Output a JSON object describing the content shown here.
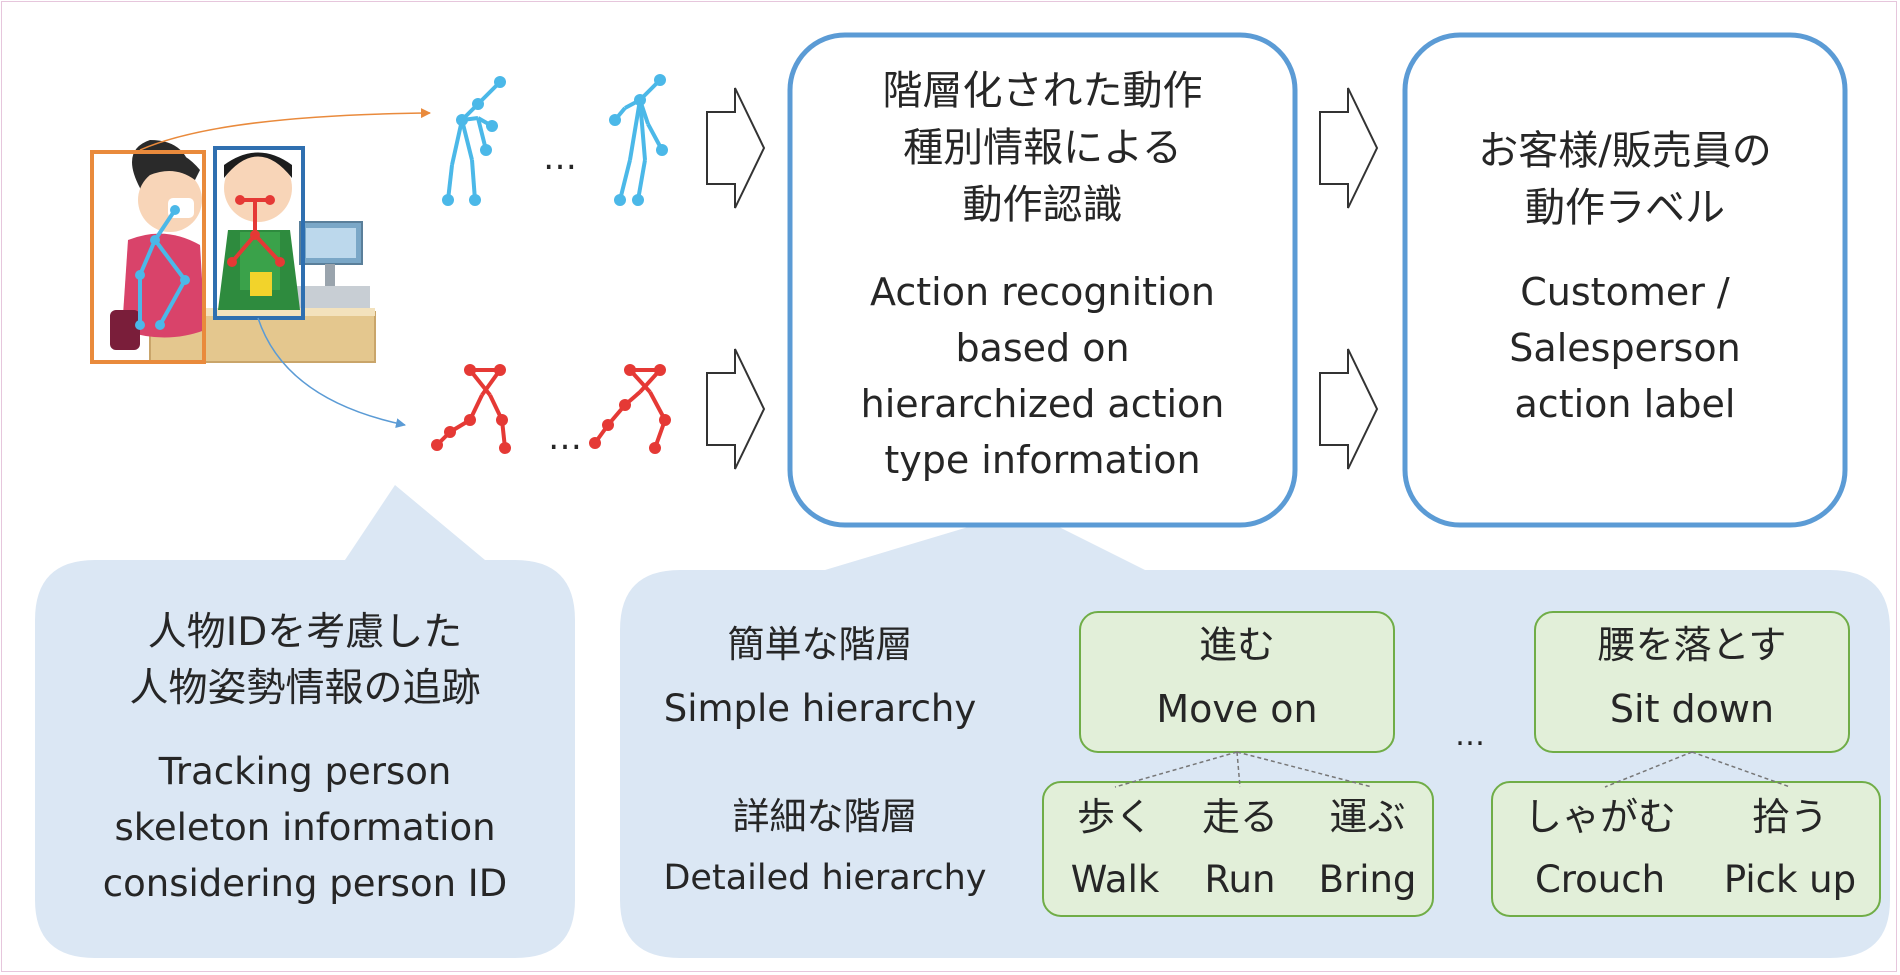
{
  "colors": {
    "box_border": "#5b9bd5",
    "bubble_fill": "#dbe7f4",
    "green_fill": "#e2efd9",
    "green_border": "#70ad47",
    "cyan_skeleton": "#4bb8e8",
    "red_skeleton": "#e53935",
    "text": "#262626"
  },
  "recognition_box": {
    "jp_lines": [
      "階層化された動作",
      "種別情報による",
      "動作認識"
    ],
    "en_lines": [
      "Action recognition",
      "based on",
      "hierarchized action",
      "type information"
    ]
  },
  "label_box": {
    "jp_lines": [
      "お客様/販売員の",
      "動作ラベル"
    ],
    "en_lines": [
      "Customer /",
      "Salesperson",
      "action label"
    ]
  },
  "tracking_bubble": {
    "jp_lines": [
      "人物IDを考慮した",
      "人物姿勢情報の追跡"
    ],
    "en_lines": [
      "Tracking person",
      "skeleton information",
      "considering person ID"
    ]
  },
  "hierarchy_bubble": {
    "simple_jp": "簡単な階層",
    "simple_en": "Simple hierarchy",
    "detailed_jp": "詳細な階層",
    "detailed_en": "Detailed hierarchy",
    "move_on": {
      "jp": "進む",
      "en": "Move on"
    },
    "sit_down": {
      "jp": "腰を落とす",
      "en": "Sit down"
    },
    "move_sub": [
      {
        "jp": "歩く",
        "en": "Walk"
      },
      {
        "jp": "走る",
        "en": "Run"
      },
      {
        "jp": "運ぶ",
        "en": "Bring"
      }
    ],
    "sit_sub": [
      {
        "jp": "しゃがむ",
        "en": "Crouch"
      },
      {
        "jp": "拾う",
        "en": "Pick up"
      }
    ],
    "ellipsis": "…"
  },
  "skeleton_ellipsis_top": "…",
  "skeleton_ellipsis_bottom": "…"
}
